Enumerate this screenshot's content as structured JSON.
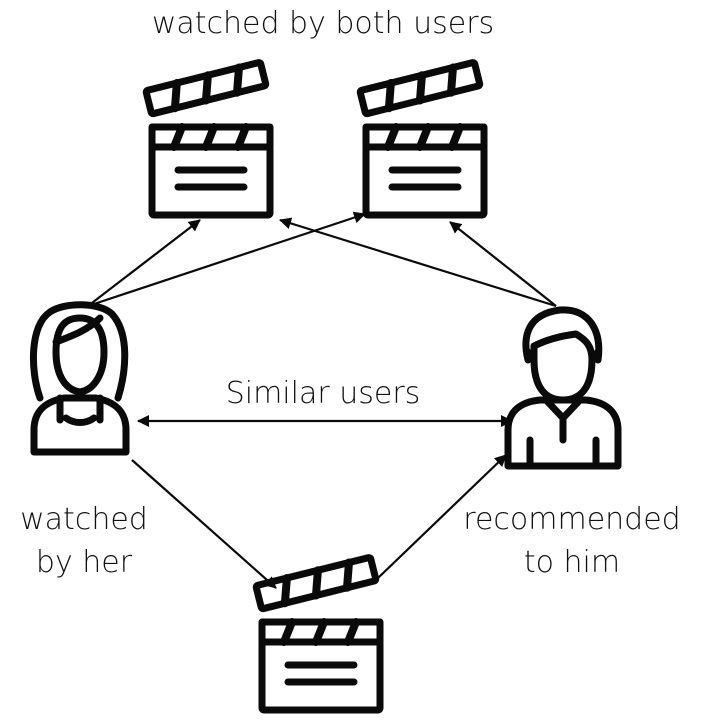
{
  "labels": {
    "top": "watched by both users",
    "middle": "Similar users",
    "left_line1": "watched",
    "left_line2": "by her",
    "right_line1": "recommended",
    "right_line2": "to him"
  },
  "nodes": [
    {
      "id": "movie-1",
      "icon": "clapperboard-icon"
    },
    {
      "id": "movie-2",
      "icon": "clapperboard-icon"
    },
    {
      "id": "movie-3",
      "icon": "clapperboard-icon"
    },
    {
      "id": "user-her",
      "icon": "woman-icon"
    },
    {
      "id": "user-him",
      "icon": "man-icon"
    }
  ],
  "edges": [
    {
      "from": "user-her",
      "to": "movie-1",
      "direction": "forward"
    },
    {
      "from": "user-her",
      "to": "movie-2",
      "direction": "forward"
    },
    {
      "from": "user-him",
      "to": "movie-1",
      "direction": "forward"
    },
    {
      "from": "user-him",
      "to": "movie-2",
      "direction": "forward"
    },
    {
      "from": "user-her",
      "to": "user-him",
      "direction": "both"
    },
    {
      "from": "user-her",
      "to": "movie-3",
      "direction": "forward"
    },
    {
      "from": "movie-3",
      "to": "user-him",
      "direction": "forward"
    }
  ],
  "colors": {
    "ink": "#0a0a0a",
    "background": "#ffffff"
  }
}
